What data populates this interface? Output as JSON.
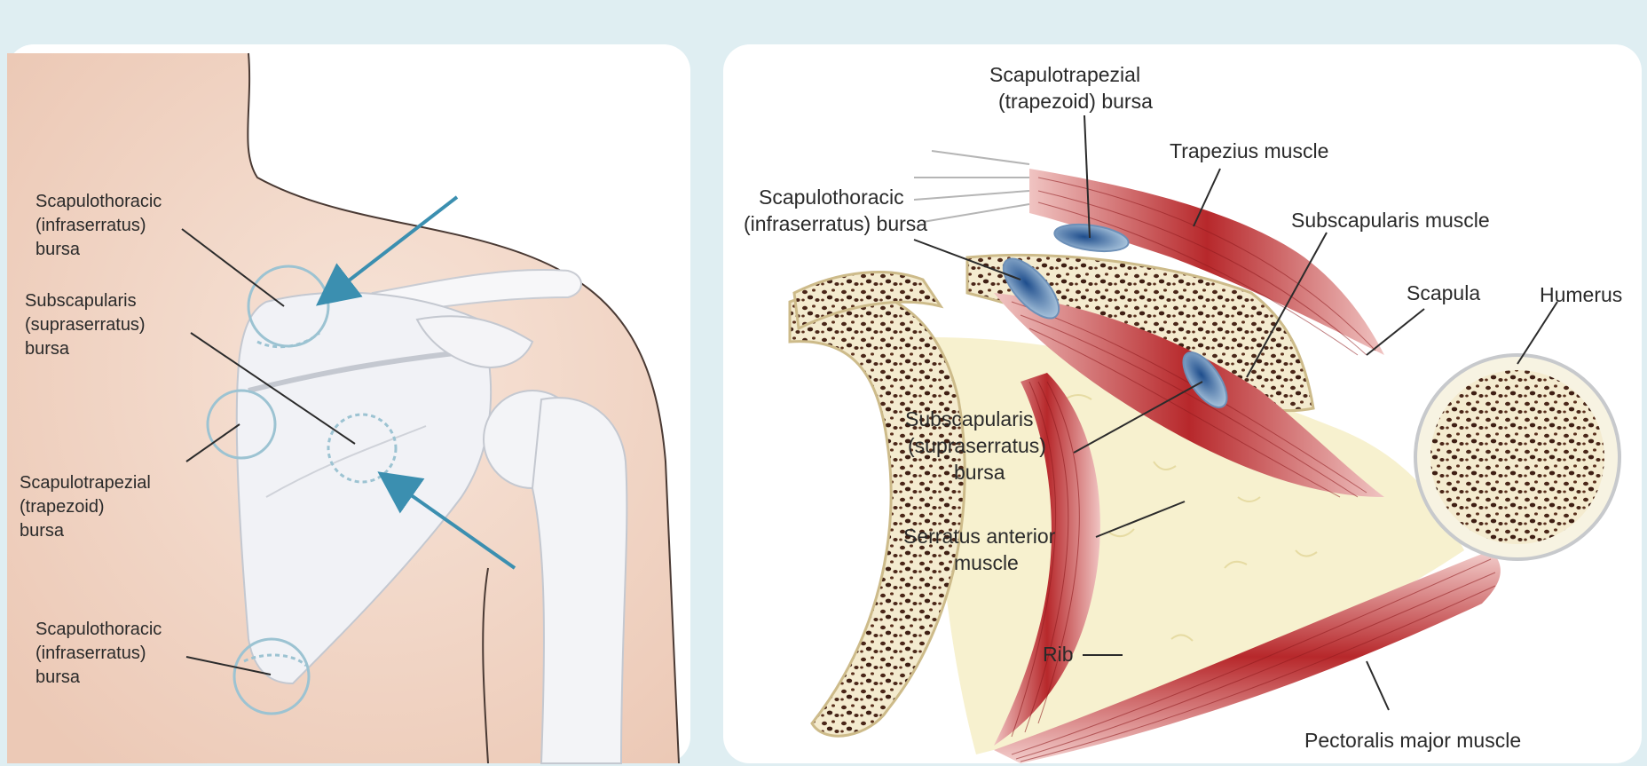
{
  "left_panel": {
    "labels": [
      {
        "lines": [
          "Scapulothoracic",
          "(infraserratus)",
          "bursa"
        ]
      },
      {
        "lines": [
          "Subscapularis",
          "(supraserratus)",
          "bursa"
        ]
      },
      {
        "lines": [
          "Scapulotrapezial",
          "(trapezoid)",
          "bursa"
        ]
      },
      {
        "lines": [
          "Scapulothoracic",
          "(infraserratus)",
          "bursa"
        ]
      }
    ]
  },
  "right_panel": {
    "labels": [
      {
        "lines": [
          "Scapulotrapezial",
          "(trapezoid) bursa"
        ]
      },
      {
        "lines": [
          "Trapezius muscle"
        ]
      },
      {
        "lines": [
          "Scapulothoracic",
          "(infraserratus) bursa"
        ]
      },
      {
        "lines": [
          "Subscapularis muscle"
        ]
      },
      {
        "lines": [
          "Scapula"
        ]
      },
      {
        "lines": [
          "Humerus"
        ]
      },
      {
        "lines": [
          "Subscapularis",
          "(supraserratus)",
          "bursa"
        ]
      },
      {
        "lines": [
          "Serratus anterior",
          "muscle"
        ]
      },
      {
        "lines": [
          "Rib"
        ]
      },
      {
        "lines": [
          "Pectoralis major muscle"
        ]
      }
    ]
  },
  "colors": {
    "background": "#dfeef2",
    "skin": "#f2d8c8",
    "bone": "#f4ebcf",
    "muscle": "#c0393a",
    "bursa": "#2f62a0",
    "arrow": "#3b8fb0"
  }
}
